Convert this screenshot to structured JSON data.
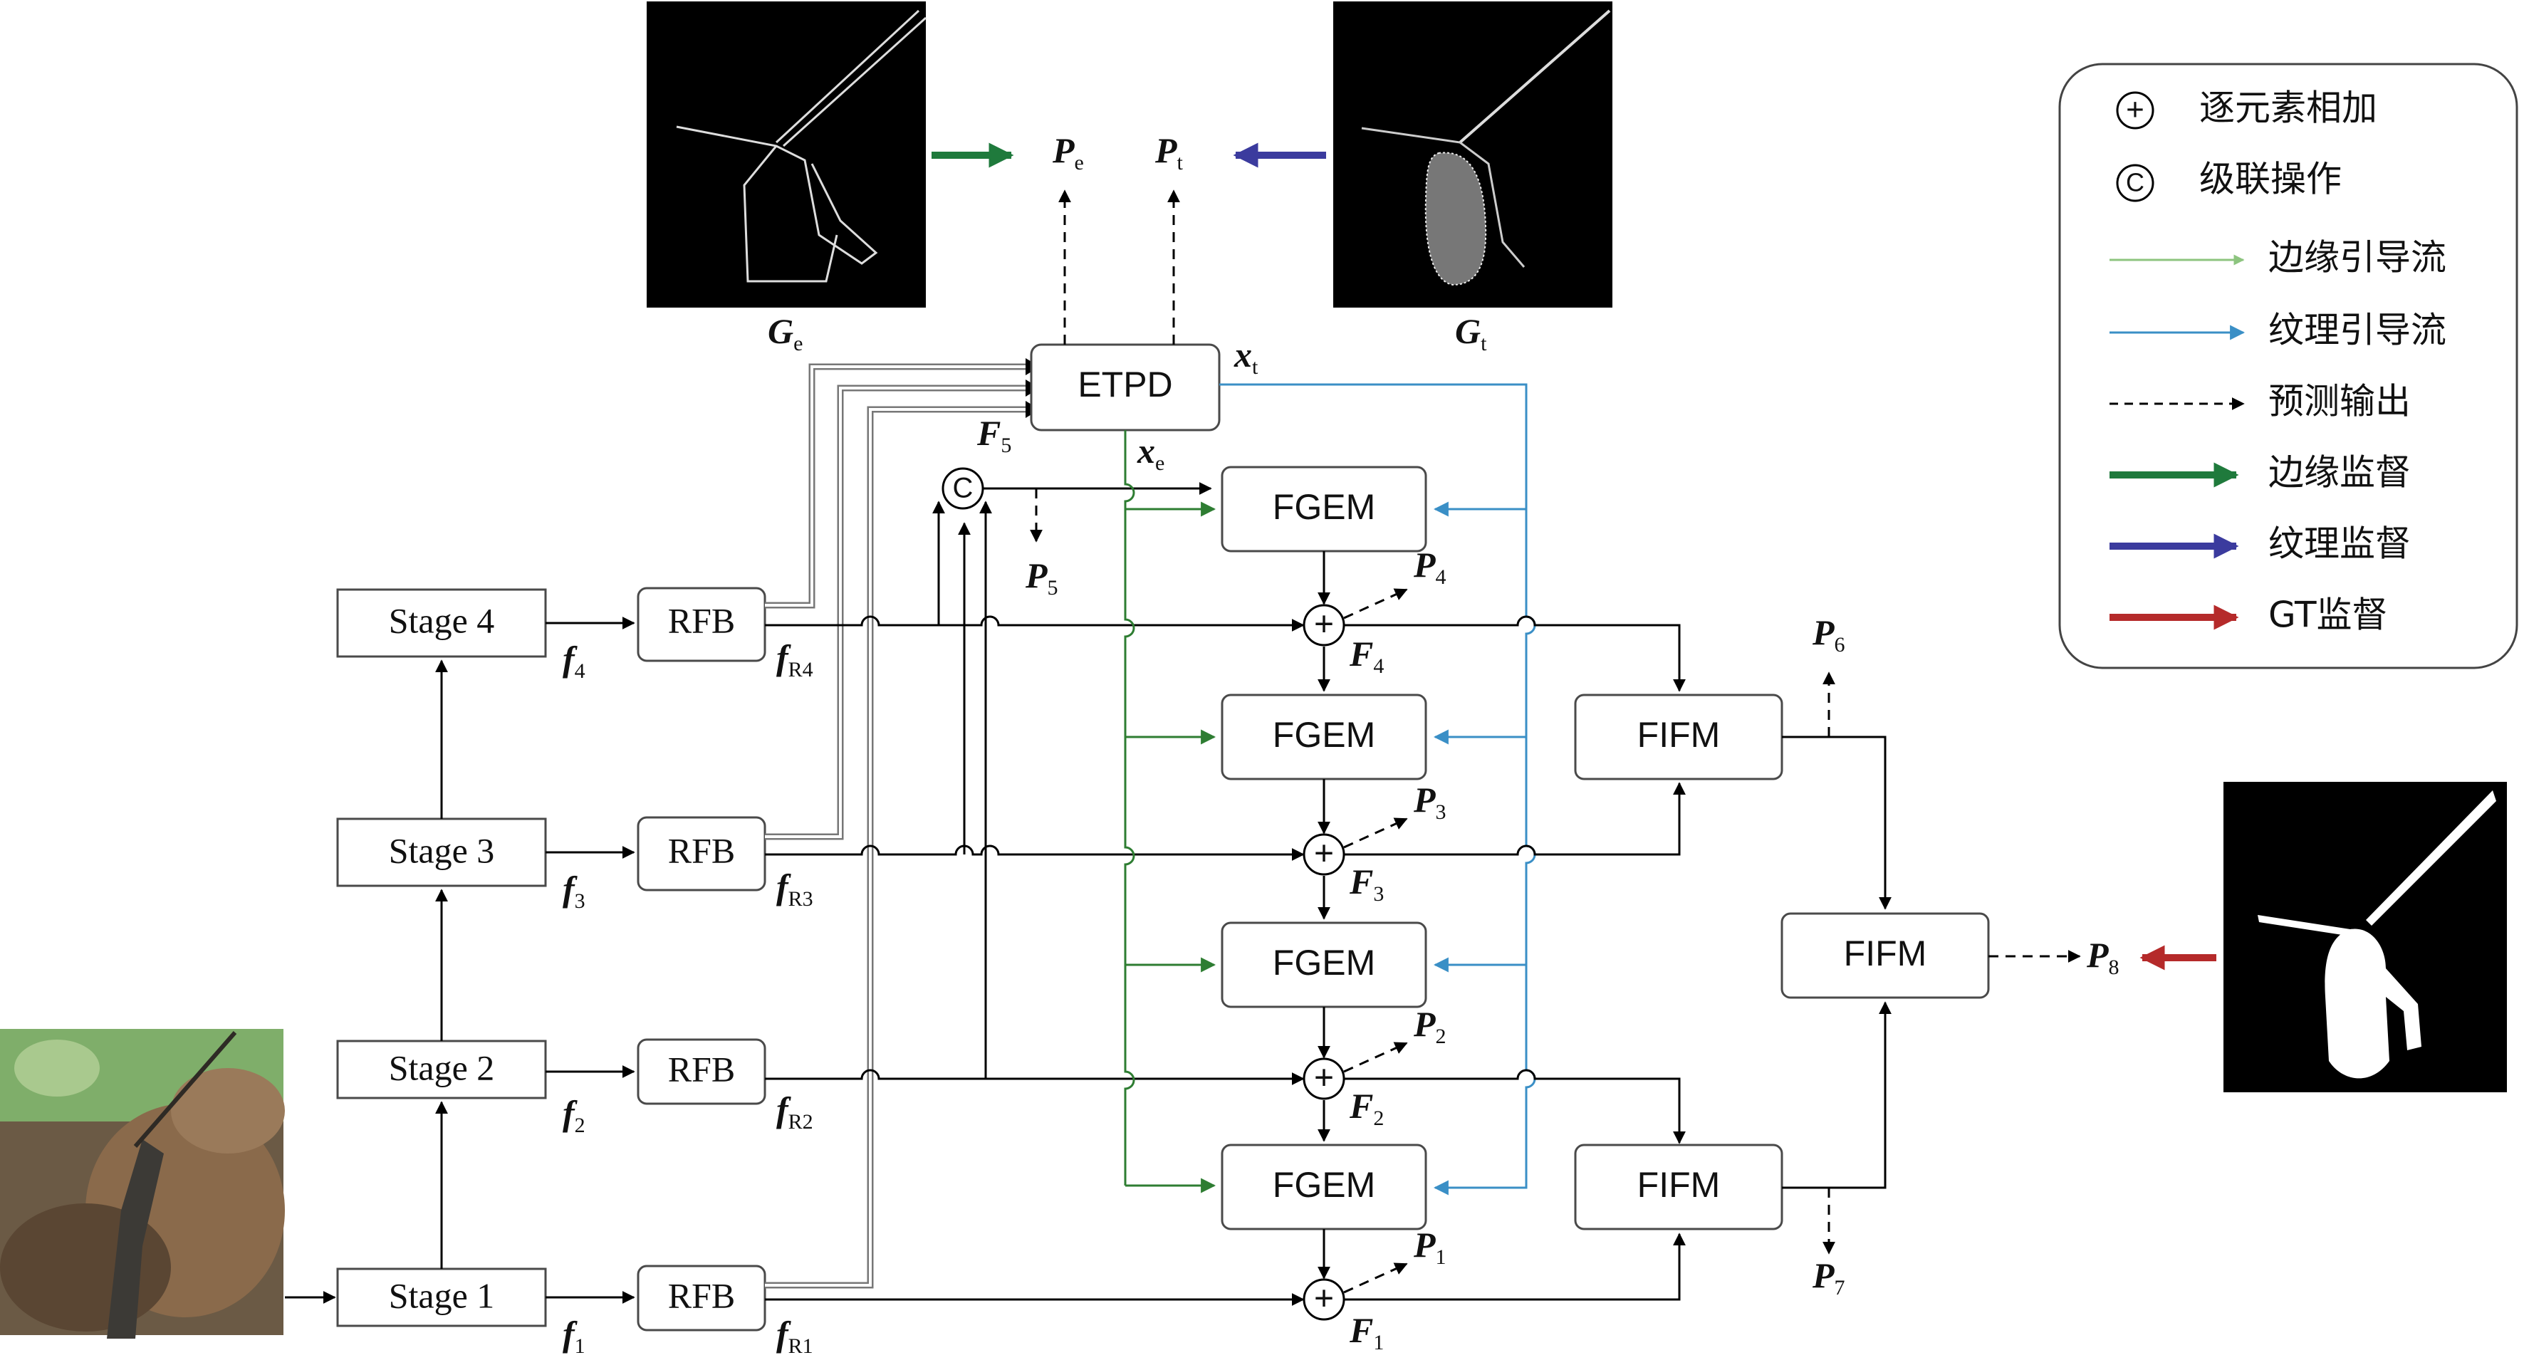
{
  "stages": [
    "Stage 1",
    "Stage 2",
    "Stage 3",
    "Stage 4"
  ],
  "rfb_label": "RFB",
  "fgem_label": "FGEM",
  "fifm_label": "FIFM",
  "etpd_label": "ETPD",
  "concat_symbol": "C",
  "add_symbol": "+",
  "f_labels": {
    "base": "f",
    "subs": [
      "1",
      "2",
      "3",
      "4"
    ]
  },
  "fr_labels": {
    "base": "f",
    "subs": [
      "R1",
      "R2",
      "R3",
      "R4"
    ]
  },
  "F_labels": {
    "base": "F",
    "subs": [
      "1",
      "2",
      "3",
      "4",
      "5"
    ]
  },
  "P_labels": {
    "base": "P",
    "subs": [
      "1",
      "2",
      "3",
      "4",
      "5",
      "6",
      "7",
      "8",
      "e",
      "t"
    ]
  },
  "x_labels": {
    "base": "x",
    "subs": [
      "e",
      "t"
    ]
  },
  "G_labels": {
    "base": "G",
    "subs": [
      "e",
      "t"
    ]
  },
  "legend": {
    "items": [
      {
        "symbol": "+",
        "text": "逐元素相加"
      },
      {
        "symbol": "C",
        "text": "级联操作"
      },
      {
        "text": "边缘引导流",
        "color": "#8dc47f"
      },
      {
        "text": "纹理引导流",
        "color": "#3a8fc6"
      },
      {
        "text": "预测输出",
        "color": "#000000"
      },
      {
        "text": "边缘监督",
        "color": "#1f7a3c"
      },
      {
        "text": "纹理监督",
        "color": "#3b3b9e"
      },
      {
        "text": "GT监督",
        "color": "#b52a2a"
      }
    ]
  },
  "colors": {
    "edge_flow": "#2e7d32",
    "texture_flow": "#3a8fc6",
    "edge_sup": "#1f7a3c",
    "texture_sup": "#3b3b9e",
    "gt_sup": "#b52a2a"
  }
}
